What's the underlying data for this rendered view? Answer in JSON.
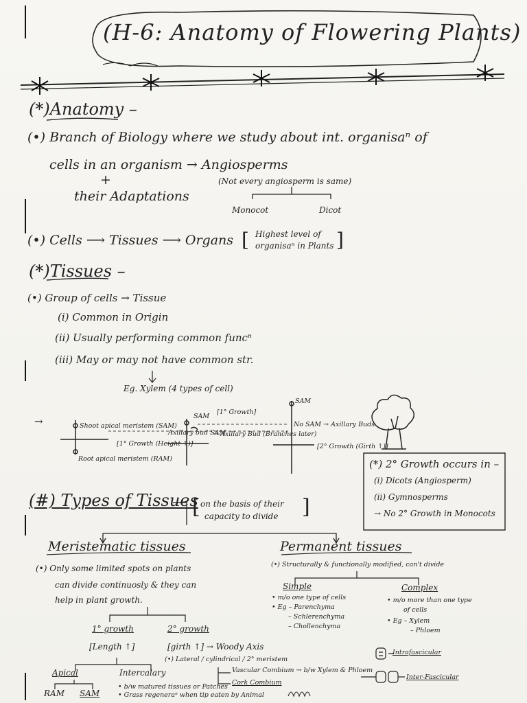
{
  "title": "(H-6: Anatomy of Flowering Plants)",
  "anatomy": {
    "heading": "(*)Anatomy –",
    "line1": "(•) Branch of Biology where we study about int. organisaⁿ of",
    "line2": "cells in an organism → Angiosperms",
    "plus": "+",
    "line3": "their Adaptations",
    "note": "(Not every angiosperm is same)",
    "monocot": "Monocot",
    "dicot": "Dicot",
    "cells_line": "(•) Cells ⟶ Tissues ⟶ Organs",
    "highest1": "Highest level of",
    "highest2": "organisaⁿ in Plants"
  },
  "tissues": {
    "heading": "(*)Tissues –",
    "group": "(•) Group of cells → Tissue",
    "i": "(i) Common in Origin",
    "ii": "(ii) Usually performing common funcⁿ",
    "iii": "(iii) May or may not have common str.",
    "eg": "Eg. Xylem (4 types of cell)"
  },
  "diagram": {
    "arrow": "→",
    "sam_label": "Shoot apical meristem (SAM)",
    "ram_label": "Root apical meristem (RAM)",
    "growth1": "[1° Growth (Height ↑)]",
    "sam": "SAM",
    "axil": "Axillary bud SAM",
    "axillary_bud": "→ Axillary Bud (Branches later)",
    "primary": "[1° Growth]",
    "sam2": "SAM",
    "no_sam": "No SAM → Axillary Buds",
    "growth2": "[2° Growth (Girth ↑)]"
  },
  "box": {
    "line1": "(*) 2° Growth occurs in –",
    "line2": "(i) Dicots (Angiosperm)",
    "line3": "(ii) Gymnosperms",
    "line4": "→ No 2° Growth in Monocots"
  },
  "types": {
    "heading": "(#) Types of Tissues",
    "basis1": "on the basis of their",
    "basis2": "capacity to divide",
    "meristematic": "Meristematic tissues",
    "permanent": "Permanent tissues",
    "m1": "(•) Only some limited spots on plants",
    "m2": "can divide continuosly & they can",
    "m3": "help in plant growth.",
    "p1": "(•) Structurally & functionally modified, can't divide",
    "simple": "Simple",
    "complex": "Complex",
    "s1": "• m/o one type of cells",
    "s2": "• Eg – Parenchyma",
    "s3": "– Schlerenchyma",
    "s4": "– Chollenchyma",
    "c1": "• m/o more than one type",
    "c2": "of cells",
    "c3": "• Eg – Xylem",
    "c4": "– Phloem",
    "g1": "1° growth",
    "g2": "2° growth",
    "len": "[Length ↑]",
    "girth": "[girth ↑] → Woody Axis",
    "lat": "(•) Lateral / cylindrical / 2° meristem",
    "vasc": "Vascular Combium → b/w Xylem & Phloem",
    "cork": "Cork Combium",
    "intra": "Intrafascicular",
    "inter": "Inter-Fascicular",
    "apical": "Apical",
    "intercalary": "Intercalary",
    "ic1": "• b/w matured tissues or Patches",
    "ic2": "• Grass regeneraⁿ when tip eaten by Animal",
    "ram": "RAM",
    "sam": "SAM"
  }
}
